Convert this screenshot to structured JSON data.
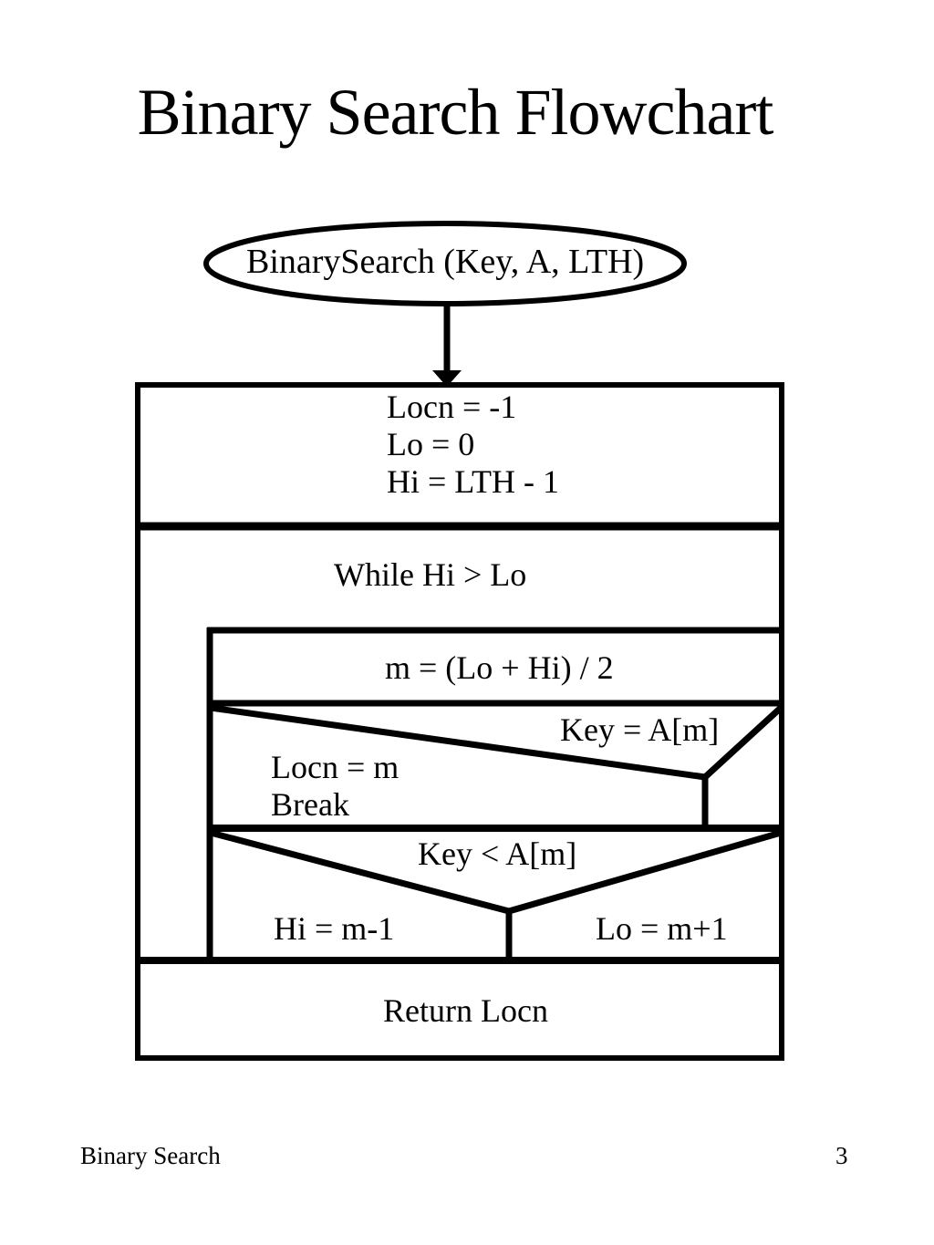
{
  "page": {
    "title": "Binary Search Flowchart"
  },
  "flowchart": {
    "start_label": "BinarySearch (Key, A, LTH)",
    "init_lines": [
      "Locn = -1",
      "Lo = 0",
      "Hi = LTH - 1"
    ],
    "while_label": "While Hi > Lo",
    "mid_assign": "m = (Lo + Hi) / 2",
    "cond_equal": "Key = A[m]",
    "equal_body_line1": "Locn = m",
    "equal_body_line2": "Break",
    "cond_less": "Key < A[m]",
    "less_true_label": "Hi = m-1",
    "less_false_label": "Lo = m+1",
    "return_label": "Return Locn"
  },
  "footer": {
    "left_text": "Binary Search",
    "page_number": "3"
  },
  "colors": {
    "ink": "#000000",
    "background": "#ffffff"
  }
}
